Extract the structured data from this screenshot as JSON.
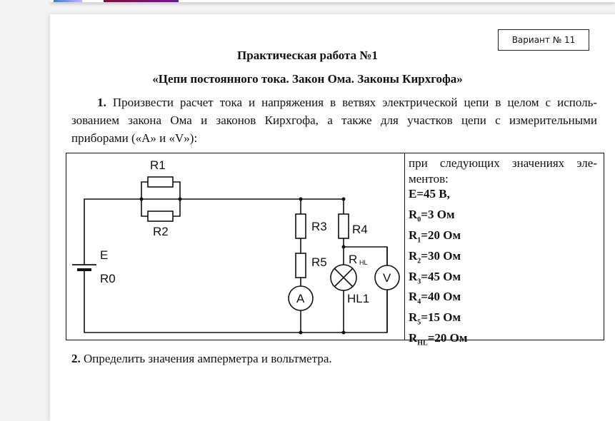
{
  "variant_label": "Вариант № 11",
  "title": "Практическая работа №1",
  "subtitle": "«Цепи постоянного тока. Закон Ома. Законы Кирхгофа»",
  "task1": {
    "number": "1.",
    "lines": [
      "Произвести расчет тока и напряжения в ветвях электрической цепи в целом с исполь-",
      "зованием закона Ома и законов Кирхгофа, а также для участков цепи с измерительными",
      "приборами («А» и «V»):"
    ]
  },
  "circuit_labels": {
    "r1": "R1",
    "r2": "R2",
    "r3": "R3",
    "r4": "R4",
    "r5": "R5",
    "e": "E",
    "r0": "R0",
    "rhl": "R",
    "rhl_sub": "HL",
    "hl1": "HL1",
    "ammeter": "A",
    "voltmeter": "V"
  },
  "params": {
    "intro_line1": "при следующих значениях эле-",
    "intro_line2": "ментов:",
    "items": [
      {
        "name": "E",
        "sub": "",
        "value": "=45 В,"
      },
      {
        "name": "R",
        "sub": "0",
        "value": "=3 Ом"
      },
      {
        "name": "R",
        "sub": "1",
        "value": "=20 Ом"
      },
      {
        "name": "R",
        "sub": "2",
        "value": "=30 Ом"
      },
      {
        "name": "R",
        "sub": "3",
        "value": "=45 Ом"
      },
      {
        "name": "R",
        "sub": "4",
        "value": "=40 Ом"
      },
      {
        "name": "R",
        "sub": "5",
        "value": "=15 Ом"
      },
      {
        "name": "R",
        "sub": "HL",
        "value": "=20 Ом"
      }
    ]
  },
  "task2": {
    "number": "2.",
    "text": " Определить значения амперметра и вольтметра."
  }
}
